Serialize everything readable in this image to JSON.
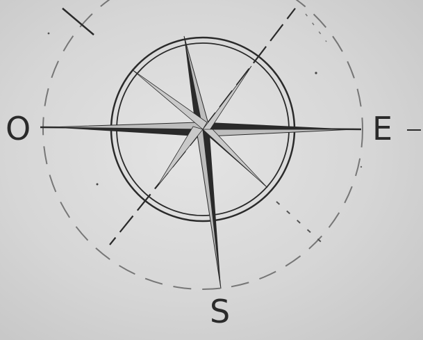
{
  "compass": {
    "labels": {
      "west": "O",
      "east": "E",
      "south": "S"
    },
    "colors": {
      "ink": "#2a2a2a",
      "paper": "#dcdcdc"
    }
  }
}
